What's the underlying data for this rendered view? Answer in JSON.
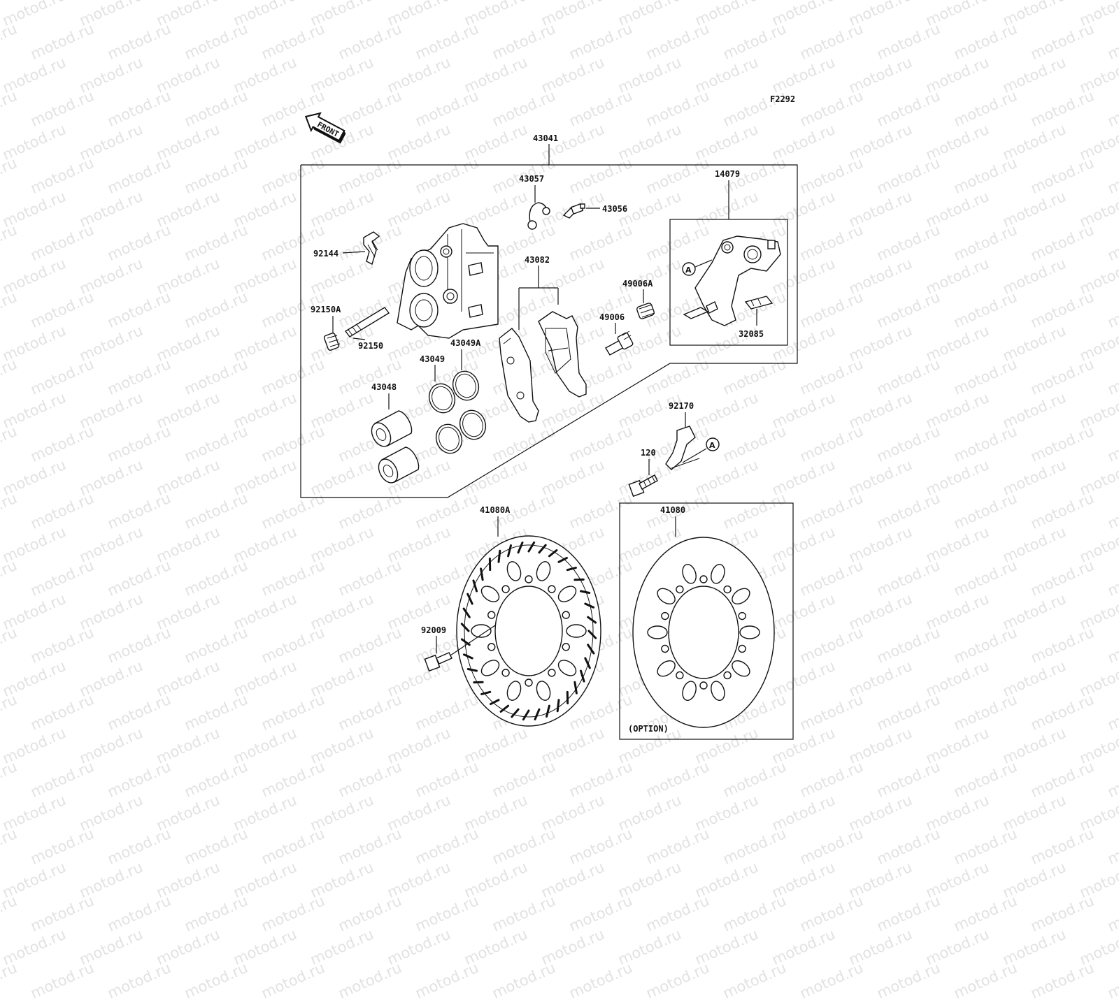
{
  "watermark": "motod.ru",
  "figure_code": "F2292",
  "front_label": "FRONT",
  "option_label": "(OPTION)",
  "circle_marker": "A",
  "parts": {
    "p43041": "43041",
    "p43057": "43057",
    "p43056": "43056",
    "p14079": "14079",
    "p92144": "92144",
    "p43082": "43082",
    "p49006A": "49006A",
    "p49006": "49006",
    "p92150A": "92150A",
    "p92150": "92150",
    "p43049A": "43049A",
    "p43049": "43049",
    "p43048": "43048",
    "p32085": "32085",
    "p92170": "92170",
    "p120": "120",
    "p41080A": "41080A",
    "p41080": "41080",
    "p92009": "92009"
  }
}
